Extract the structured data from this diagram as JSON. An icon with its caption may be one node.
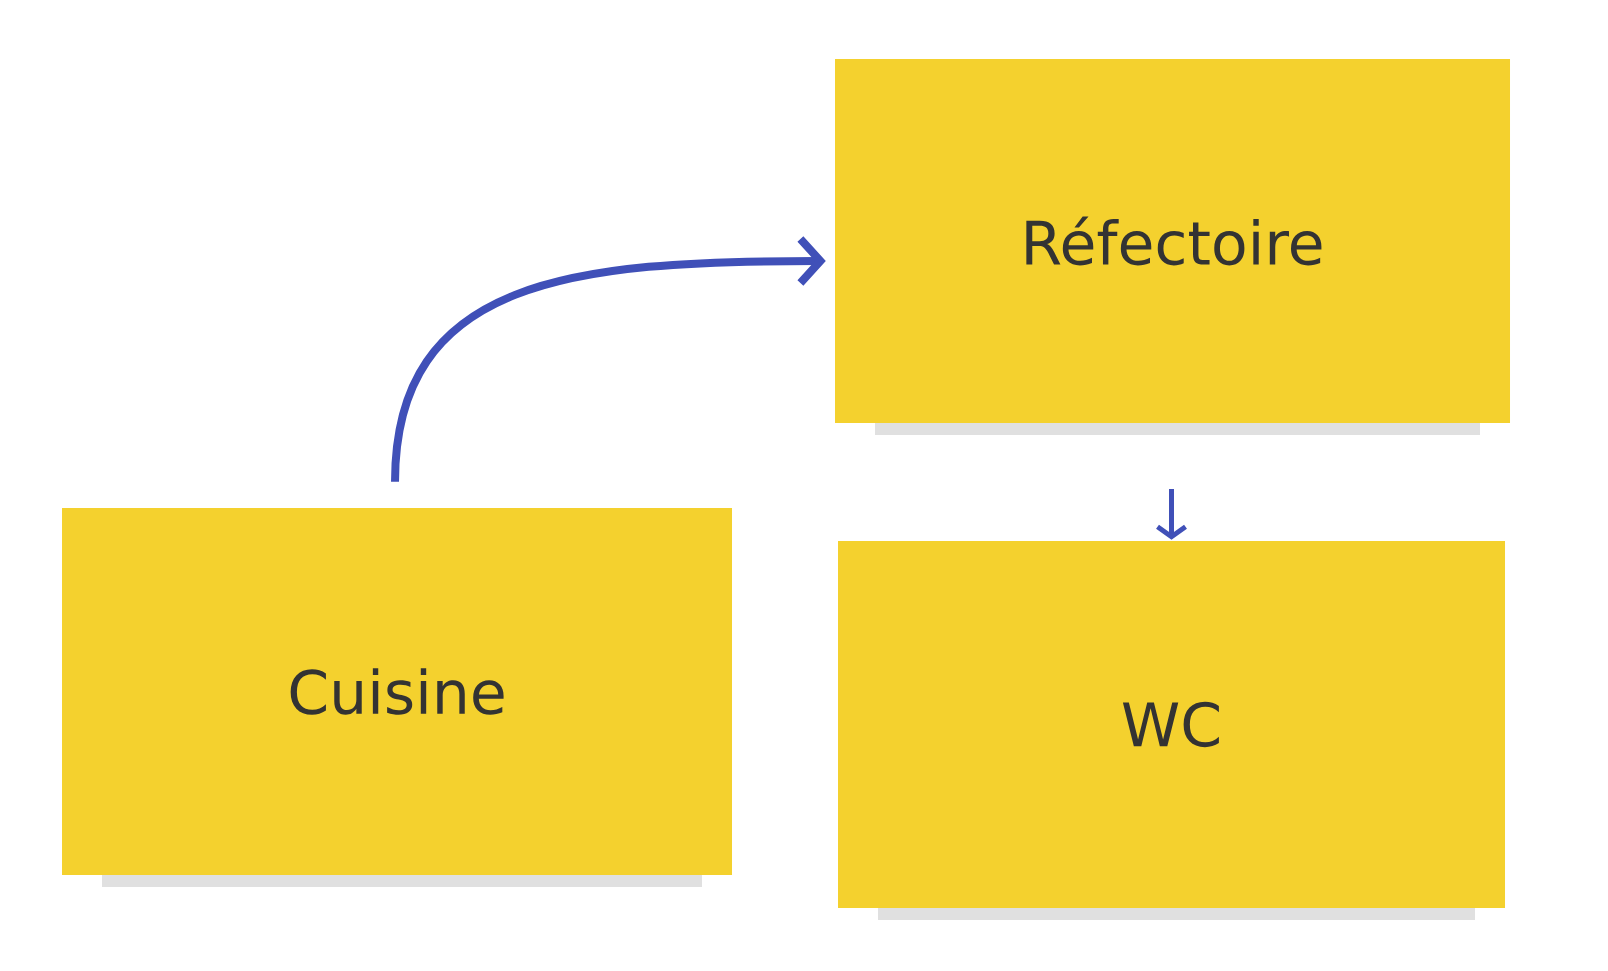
{
  "diagram": {
    "nodes": [
      {
        "text": [
          "Cuisine"
        ]
      },
      {
        "text": [
          "Réfectoire"
        ]
      },
      {
        "text": [
          "WC"
        ]
      }
    ],
    "edges": [
      {
        "from": 0,
        "to": 1,
        "arrow": "to"
      },
      {
        "from": null,
        "to": 2,
        "arrow": "to"
      }
    ]
  }
}
